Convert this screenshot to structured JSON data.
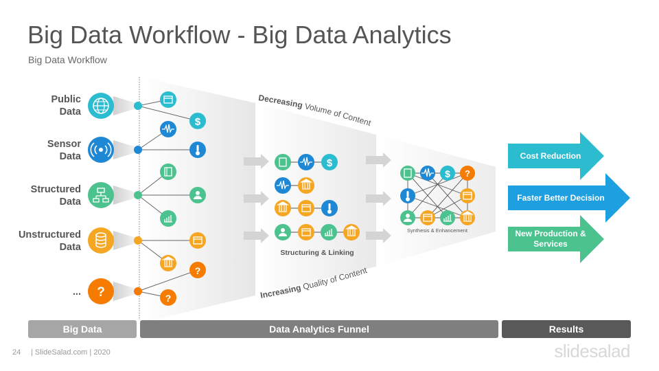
{
  "title": "Big Data Workflow - Big Data Analytics",
  "subtitle": "Big Data Workflow",
  "sources": [
    {
      "label_line1": "Public",
      "label_line2": "Data",
      "icon": "globe-icon",
      "color": "#2bbcd0"
    },
    {
      "label_line1": "Sensor",
      "label_line2": "Data",
      "icon": "sensor-icon",
      "color": "#1e88d4"
    },
    {
      "label_line1": "Structured",
      "label_line2": "Data",
      "icon": "network-icon",
      "color": "#4cc28e"
    },
    {
      "label_line1": "Unstructured",
      "label_line2": "Data",
      "icon": "database-icon",
      "color": "#f5a623"
    },
    {
      "label_line1": "...",
      "label_line2": "",
      "icon": "question-icon",
      "color": "#f57c00"
    }
  ],
  "funnel": {
    "top_caption_bold": "Decreasing",
    "top_caption_rest": "Volume  of Content",
    "bottom_caption_bold": "Increasing",
    "bottom_caption_rest": "Quality of Content",
    "stage1_label": "Structuring & Linking",
    "stage2_label": "Synthesis & Enhancement",
    "question_glyph": "?",
    "dollar_glyph": "$"
  },
  "results": [
    {
      "label": "Cost Reduction",
      "color": "#2bbcd0"
    },
    {
      "label": "Faster Better Decision",
      "color": "#1e9fe0"
    },
    {
      "label": "New Production & Services",
      "color": "#4cc28e"
    }
  ],
  "bands": {
    "big_data": "Big Data",
    "funnel": "Data Analytics Funnel",
    "results": "Results"
  },
  "band_colors": {
    "big_data": "#a6a6a6",
    "funnel": "#7f7f7f",
    "results": "#595959"
  },
  "footer": {
    "page_number": "24",
    "source": "| SlideSalad.com | 2020",
    "brand": "slidesalad"
  }
}
